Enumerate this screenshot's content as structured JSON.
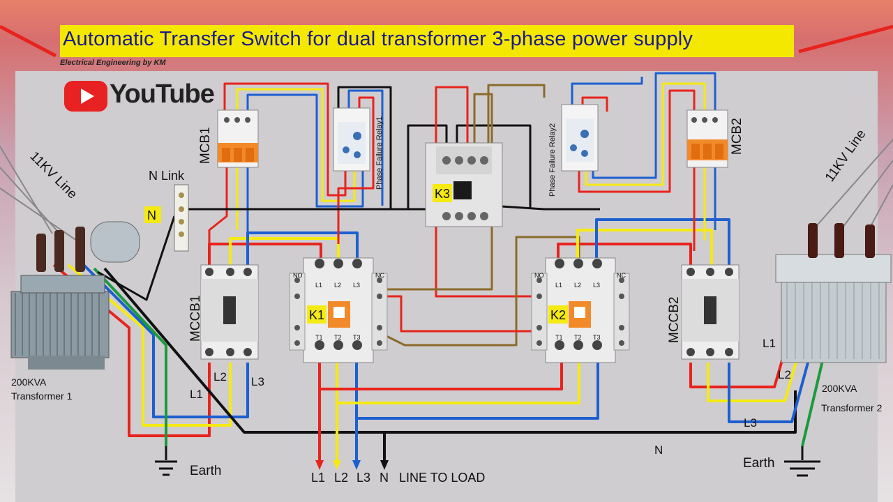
{
  "title": "Automatic Transfer Switch for dual transformer 3-phase power supply",
  "subtitle": "Electrical Engineering by KM",
  "youtube_label": "YouTube",
  "labels": {
    "line_11kv_left": "11KV Line",
    "line_11kv_right": "11KV Line",
    "n_link": "N Link",
    "n_left": "N",
    "mcb1": "MCB1",
    "mcb2": "MCB2",
    "mccb1": "MCCB1",
    "mccb2": "MCCB2",
    "relay1": "Phase Failure Relay1",
    "relay2": "Phase Failure Relay2",
    "k1": "K1",
    "k2": "K2",
    "k3": "K3",
    "tx1_rating": "200KVA",
    "tx1_name": "Transformer 1",
    "tx2_rating": "200KVA",
    "tx2_name": "Transformer 2",
    "l1_left": "L1",
    "l2_left": "L2",
    "l3_left": "L3",
    "l1_right": "L1",
    "l2_right": "L2",
    "l3_right": "L3",
    "n_bottom": "N",
    "earth_left": "Earth",
    "earth_right": "Earth",
    "out_l1": "L1",
    "out_l2": "L2",
    "out_l3": "L3",
    "out_n": "N",
    "line_to_load": "LINE TO LOAD",
    "no": "NO",
    "nc": "NC",
    "t1": "T1",
    "t2": "T2",
    "t3": "T3",
    "i1": "L1",
    "i2": "L2",
    "i3": "L3"
  },
  "colors": {
    "red": "#e8231d",
    "yellow": "#f5ea12",
    "blue": "#1d5fd0",
    "green": "#1b9a3c",
    "black": "#111111",
    "brown": "#8b6a2b",
    "title_bg": "#f5e800",
    "title_text": "#1a1a8c"
  }
}
